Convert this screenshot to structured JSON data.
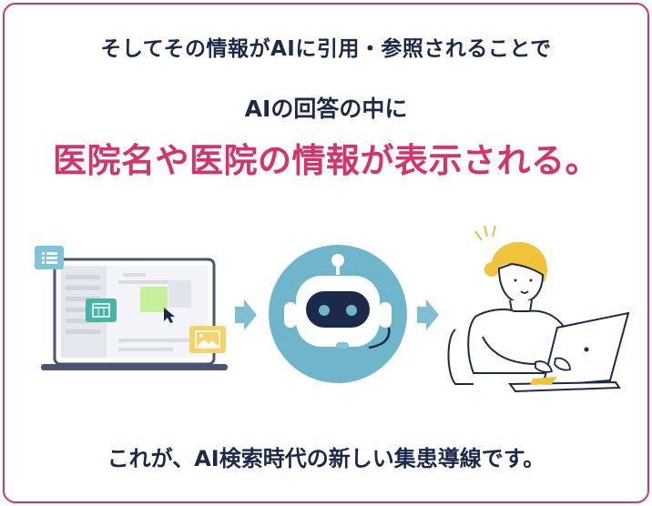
{
  "headline": {
    "line1": "そしてその情報がAIに引用・参照されることで",
    "line2": "AIの回答の中に",
    "line3": "医院名や医院の情報が表示される。"
  },
  "footer": {
    "text": "これが、AI検索時代の新しい集患導線です。"
  },
  "icons": [
    "laptop-icon",
    "list-icon",
    "calendar-icon",
    "image-icon",
    "cursor-icon",
    "arrow-right-icon",
    "robot-icon",
    "woman-with-laptop-icon"
  ],
  "colors": {
    "accent_pink": "#d6336c",
    "text_navy": "#1c2a4a",
    "robot_circle": "#6fb6cc",
    "arrow_blue": "#7fbfd4",
    "list_icon_bg": "#7fc3dc",
    "calendar_icon_bg": "#4bb3a6",
    "image_icon_bg": "#f3d36a",
    "hair_yellow": "#f0c33c",
    "green_block": "#c7f09a"
  }
}
